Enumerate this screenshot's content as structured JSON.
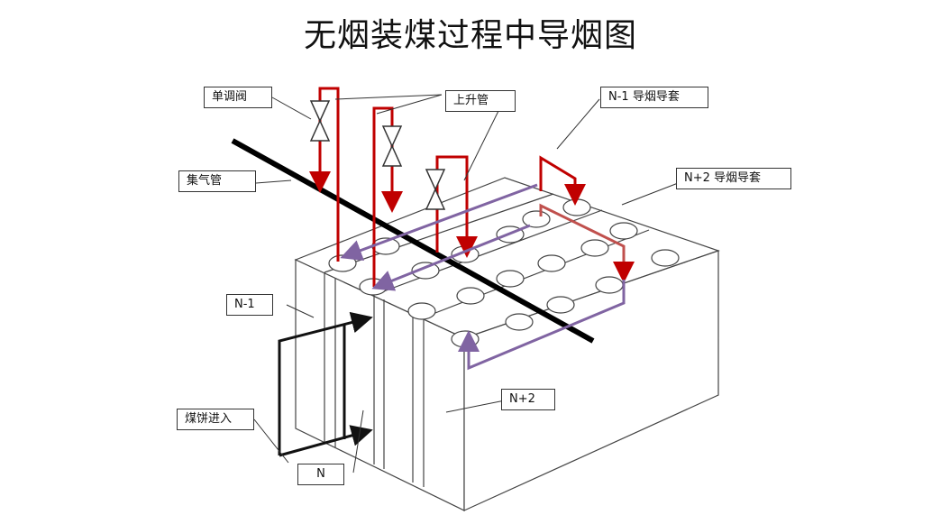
{
  "title": "无烟装煤过程中导烟图",
  "labels": {
    "single_valve": "单调阀",
    "gas_collector": "集气管",
    "riser": "上升管",
    "n1_sleeve": "N-1 导烟导套",
    "n2_sleeve": "N+2 导烟导套",
    "n_minus_1": "N-1",
    "coal_cake_in": "煤饼进入",
    "n": "N",
    "n_plus_2": "N+2"
  },
  "colors": {
    "riser_red": "#c00000",
    "smoke_red": "#c0504d",
    "guide_purple": "#8064a2",
    "outline": "#222222"
  }
}
